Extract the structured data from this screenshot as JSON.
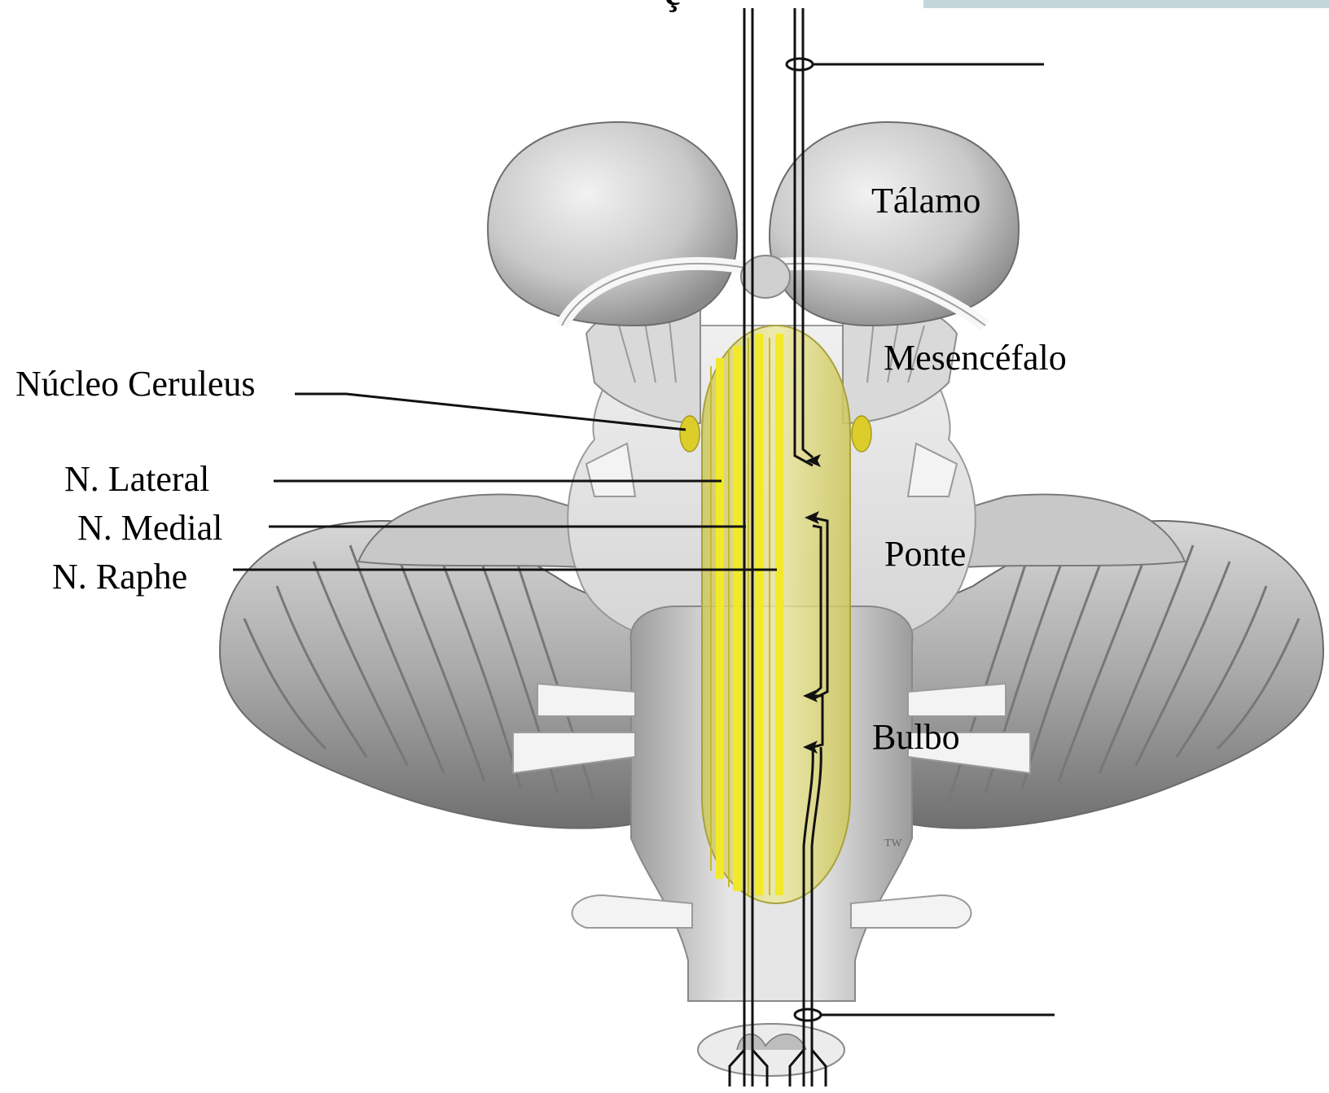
{
  "figure": {
    "title_fragment": "ç",
    "structures": {
      "thalamus": "Tálamo",
      "midbrain": "Mesencéfalo",
      "pons": "Ponte",
      "medulla": "Bulbo"
    },
    "nuclei": {
      "locus_ceruleus": "Núcleo Ceruleus",
      "lateral": "N. Lateral",
      "medial": "N. Medial",
      "raphe": "N. Raphe"
    },
    "artist_mark": "TW",
    "colors": {
      "brain_light": "#e8e8e8",
      "brain_mid": "#bdbdbd",
      "brain_dark": "#7d7d7d",
      "reticular_fill": "#e3e07a",
      "reticular_stripe": "#f4ec2c",
      "header_bar": "#c3d7da",
      "line": "#111111"
    }
  }
}
